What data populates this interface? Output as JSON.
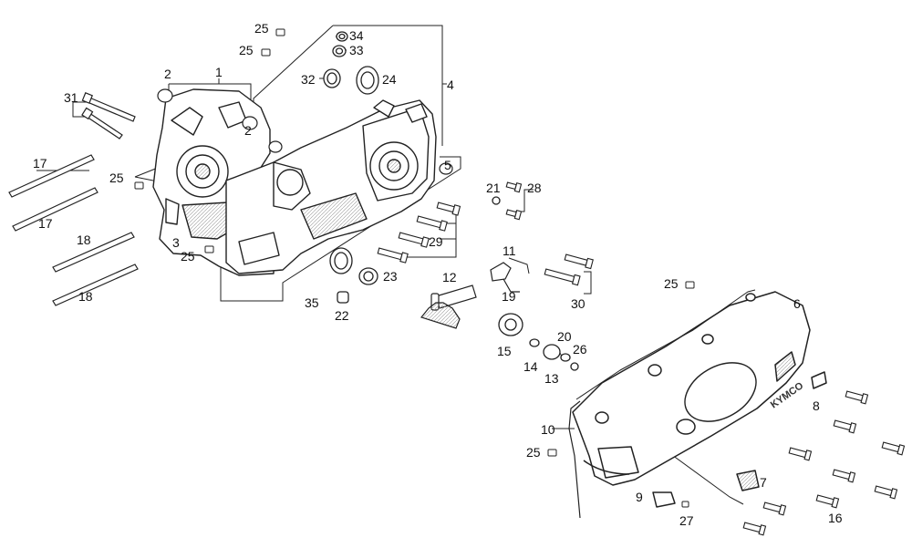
{
  "diagram": {
    "callouts": {
      "c1": "1",
      "c2a": "2",
      "c2b": "2",
      "c3": "3",
      "c4": "4",
      "c5": "5",
      "c6": "6",
      "c7": "7",
      "c8": "8",
      "c9": "9",
      "c10": "10",
      "c11": "11",
      "c12": "12",
      "c13": "13",
      "c14": "14",
      "c15": "15",
      "c16": "16",
      "c17a": "17",
      "c17b": "17",
      "c18a": "18",
      "c18b": "18",
      "c19": "19",
      "c20": "20",
      "c21": "21",
      "c22": "22",
      "c23": "23",
      "c24": "24",
      "c25a": "25",
      "c25b": "25",
      "c25c": "25",
      "c25d": "25",
      "c25e": "25",
      "c25f": "25",
      "c26": "26",
      "c27": "27",
      "c28": "28",
      "c29": "29",
      "c30": "30",
      "c31": "31",
      "c32": "32",
      "c33": "33",
      "c34": "34",
      "c35": "35"
    },
    "cover_logo": "KYMCO"
  }
}
